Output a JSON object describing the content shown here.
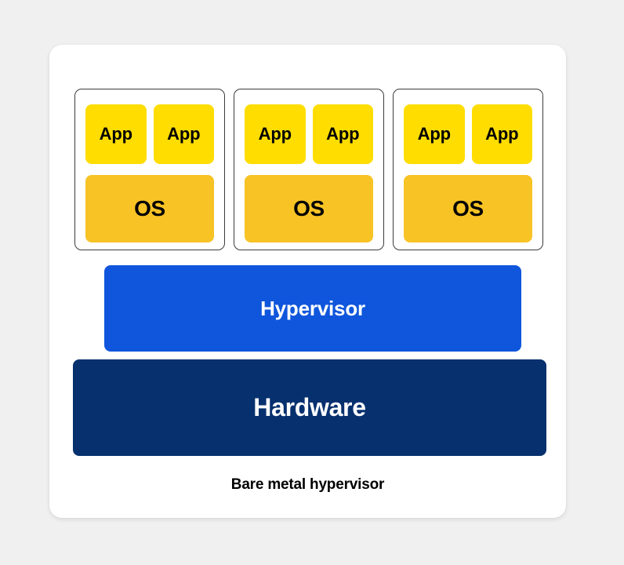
{
  "theme": {
    "page_background": "#f0f0f0",
    "card_background": "#ffffff",
    "app_color": "#ffdd00",
    "os_color": "#f7c325",
    "hypervisor_color": "#0f56dc",
    "hardware_color": "#06306e",
    "vm_border_color": "#3c3c3c",
    "text_dark": "#000000",
    "text_light": "#ffffff"
  },
  "diagram": {
    "caption": "Bare metal hypervisor",
    "virtual_machines": [
      {
        "apps": [
          "App",
          "App"
        ],
        "os": "OS"
      },
      {
        "apps": [
          "App",
          "App"
        ],
        "os": "OS"
      },
      {
        "apps": [
          "App",
          "App"
        ],
        "os": "OS"
      }
    ],
    "hypervisor_label": "Hypervisor",
    "hardware_label": "Hardware"
  }
}
